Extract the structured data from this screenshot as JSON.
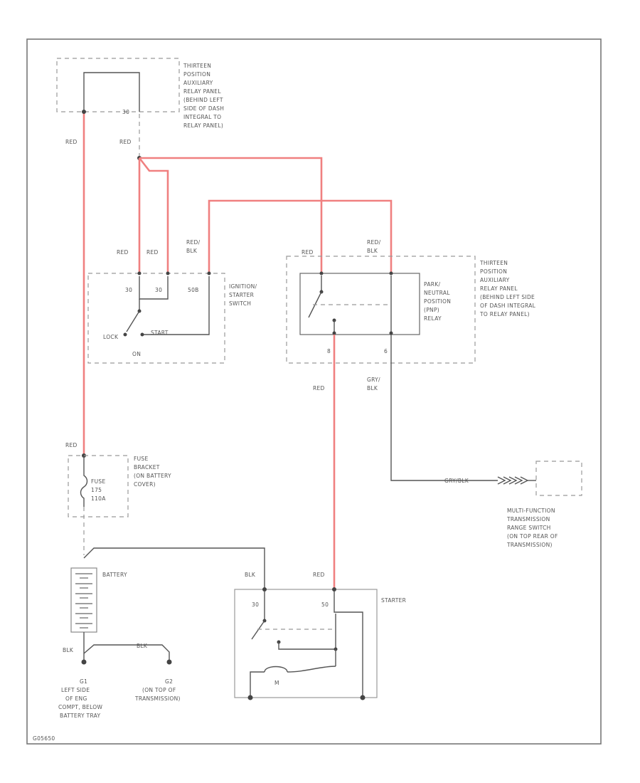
{
  "labels": {
    "aux_relay_panel_top": [
      "THIRTEEN",
      "POSITION",
      "AUXILIARY",
      "RELAY PANEL",
      "(BEHIND LEFT",
      "SIDE OF DASH",
      "INTEGRAL TO",
      "RELAY PANEL)"
    ],
    "pin_top": "30",
    "wire_red_left": "RED",
    "wire_red_mid": "RED",
    "wire_red_a": "RED",
    "wire_red_b": "RED",
    "wire_red_blk": [
      "RED/",
      "BLK"
    ],
    "wire_red_pnp_a": "RED",
    "wire_red_pnp_b": [
      "RED/",
      "BLK"
    ],
    "ign_pin_30a": "30",
    "ign_pin_30b": "30",
    "ign_pin_50": "50B",
    "ign_lock": "LOCK",
    "ign_start": "START",
    "ign_on": "ON",
    "ignition_switch": [
      "IGNITION/",
      "STARTER",
      "SWITCH"
    ],
    "pnp_relay": [
      "PARK/",
      "NEUTRAL",
      "POSITION",
      "(PNP)",
      "RELAY"
    ],
    "aux_relay_panel_right": [
      "THIRTEEN",
      "POSITION",
      "AUXILIARY",
      "RELAY PANEL",
      "(BEHIND LEFT SIDE",
      "OF DASH INTEGRAL",
      "TO RELAY PANEL)"
    ],
    "pnp_pin_a": "8",
    "pnp_pin_b": "6",
    "wire_red_pnp_out": "RED",
    "wire_gry_blk": [
      "GRY/",
      "BLK"
    ],
    "wire_red_fuse": "RED",
    "fuse_bracket": [
      "FUSE",
      "BRACKET",
      "(ON BATTERY",
      "COVER)"
    ],
    "fuse": [
      "FUSE",
      "175",
      "110A"
    ],
    "wire_gry_blk_h": "GRY/BLK",
    "mfr_switch": [
      "MULTI-FUNCTION",
      "TRANSMISSION",
      "RANGE SWITCH",
      "(ON TOP REAR OF",
      "TRANSMISSION)"
    ],
    "battery": "BATTERY",
    "wire_blk_starter": "BLK",
    "wire_red_starter": "RED",
    "starter": "STARTER",
    "starter_pin_30": "30",
    "starter_pin_50": "50",
    "starter_m": "M",
    "wire_blk_gnd": "BLK",
    "wire_blk_gnd2": "BLK",
    "ground_g1": [
      "G1",
      "LEFT SIDE",
      "OF ENG",
      "COMPT, BELOW",
      "BATTERY TRAY"
    ],
    "ground_g2": [
      "G2",
      "(ON TOP OF",
      "TRANSMISSION)"
    ],
    "figure_id": "G05650"
  },
  "colors": {
    "hot_wire": "#f08080",
    "wire": "#555555",
    "dashed_box": "#999999"
  }
}
